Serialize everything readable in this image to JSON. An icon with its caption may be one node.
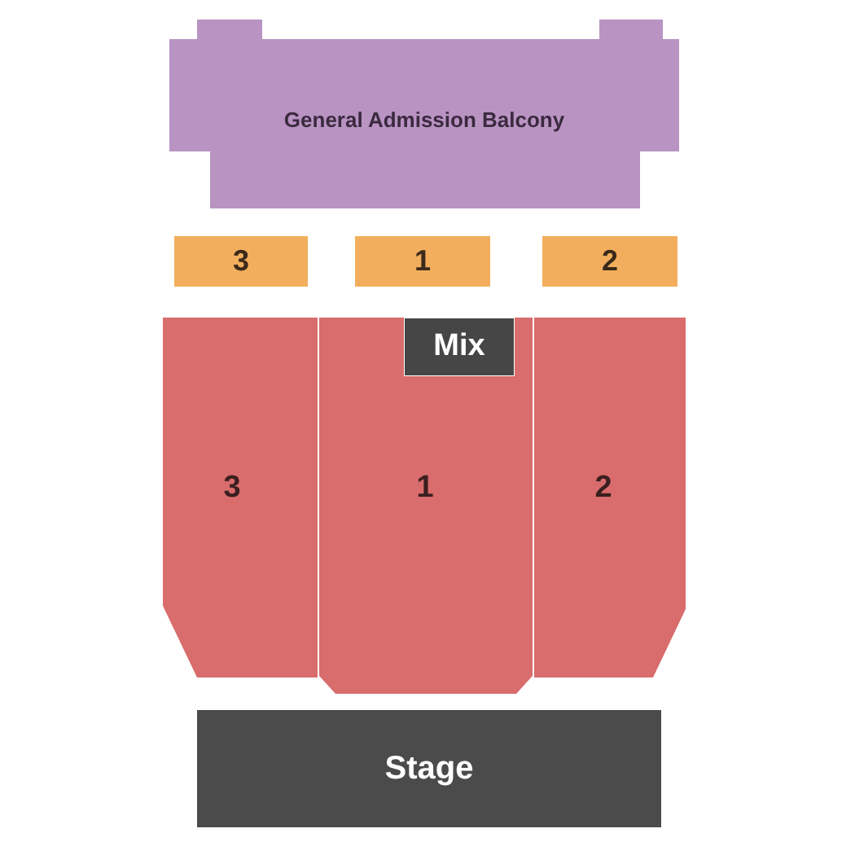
{
  "diagram": {
    "nodes": [
      {
        "text": [
          "General Admission Balcony"
        ]
      },
      {
        "text": [
          "3"
        ]
      },
      {
        "text": [
          "1"
        ]
      },
      {
        "text": [
          "2"
        ]
      },
      {
        "text": [
          "3"
        ]
      },
      {
        "text": [
          "1"
        ]
      },
      {
        "text": [
          "Mix"
        ],
        "in": 5
      },
      {
        "text": [
          "2"
        ]
      },
      {
        "text": [
          "Stage"
        ]
      }
    ]
  }
}
